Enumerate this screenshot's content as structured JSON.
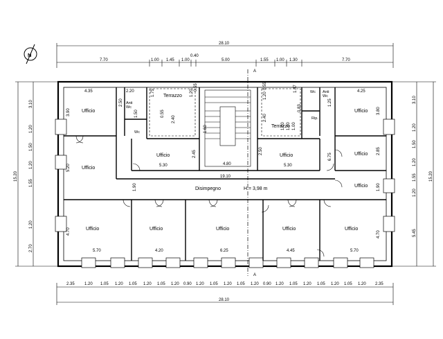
{
  "rooms": {
    "ufficio": "Ufficio",
    "anti_wc": "Anti\nWc",
    "wc": "Wc",
    "terrazzo": "Terrazzo",
    "disimpegno": "Disimpegno",
    "rip": "Rip."
  },
  "height_note": "H = 3,98 m",
  "section_mark": "A",
  "north": "N",
  "dims": {
    "total_w": "28.10",
    "total_h": "15.20",
    "right_total_h": "15.20",
    "top_segments": [
      "7.70",
      "1.00",
      "1.45",
      "1.00",
      "0.40",
      "5.00",
      "1.55",
      "1.00",
      "1.30",
      "7.70"
    ],
    "bottom_segments": [
      "2.35",
      "1.20",
      "1.05",
      "1.20",
      "1.05",
      "1.20",
      "1.05",
      "1.20",
      "0.90",
      "1.20",
      "1.05",
      "1.20",
      "1.05",
      "1.20",
      "0.90",
      "1.20",
      "1.05",
      "1.20",
      "1.05",
      "1.20",
      "1.05",
      "1.20",
      "2.35"
    ],
    "left_segments": [
      "3.10",
      "1.20",
      "1.50",
      "1.20",
      "1.55",
      "1.20",
      "2.70"
    ],
    "right_segments": [
      "3.10",
      "1.20",
      "1.50",
      "1.20",
      "1.55",
      "1.20",
      "5.45"
    ],
    "inner": {
      "r1": "4.35",
      "r2": "2.20",
      "r3": "3.90",
      "r4": "2.50",
      "r5": "1.50",
      "r6": "1.75",
      "r7": "0.55",
      "r8": "2.40",
      "r9": "1.20",
      "r10": "0.55",
      "r11": "5.30",
      "r12": "2.45",
      "r13": "1.60",
      "r14": "4.80",
      "r15": "19.10",
      "r16": "2.50",
      "r17": "5.30",
      "r18": "6.75",
      "r19": "4.25",
      "r20": "3.80",
      "r21": "1.47",
      "r22": "1.00",
      "r23": "0.83",
      "r24": "1.20",
      "r25": "0.55",
      "r26": "1.25",
      "r27": "2.40",
      "r28": "2.85",
      "r29": "1.90",
      "r30": "5.20",
      "r31": "1.90",
      "r32": "4.70",
      "r33": "5.70",
      "r34": "4.20",
      "r35": "6.25",
      "r36": "4.45",
      "r37": "5.70",
      "r38": "4.70",
      "r39": "1.00",
      "r40": "1.00"
    }
  }
}
